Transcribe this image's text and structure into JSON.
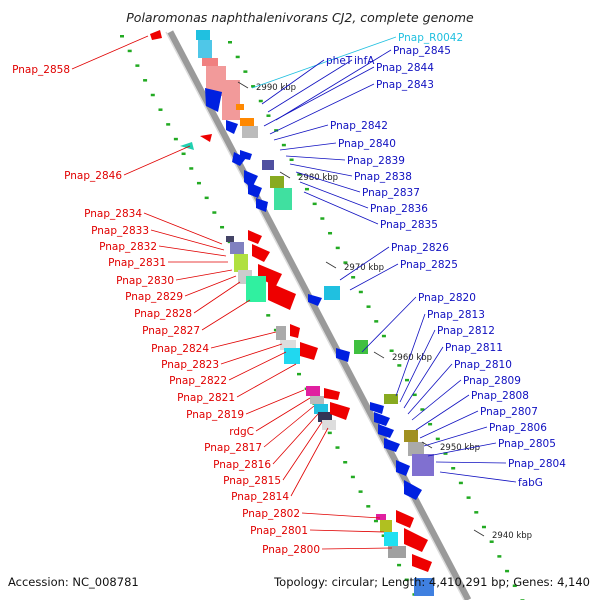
{
  "title": "Polaromonas naphthalenivorans CJ2, complete genome",
  "footer": {
    "accession": "Accession: NC_008781",
    "summary": "Topology: circular; Length: 4,410,291 bp; Genes: 4,140"
  },
  "scale_marks": [
    "2990 kbp",
    "2980 kbp",
    "2970 kbp",
    "2960 kbp",
    "2950 kbp",
    "2940 kbp"
  ],
  "labels_left": [
    "Pnap_2858",
    "Pnap_2846",
    "Pnap_2834",
    "Pnap_2833",
    "Pnap_2832",
    "Pnap_2831",
    "Pnap_2830",
    "Pnap_2829",
    "Pnap_2828",
    "Pnap_2827",
    "Pnap_2824",
    "Pnap_2823",
    "Pnap_2822",
    "Pnap_2821",
    "Pnap_2819",
    "rdgC",
    "Pnap_2817",
    "Pnap_2816",
    "Pnap_2815",
    "Pnap_2814",
    "Pnap_2802",
    "Pnap_2801",
    "Pnap_2800"
  ],
  "labels_right": [
    "Pnap_R0042",
    "pheT",
    "ihfA",
    "Pnap_2845",
    "Pnap_2844",
    "Pnap_2843",
    "Pnap_2842",
    "Pnap_2840",
    "Pnap_2839",
    "Pnap_2838",
    "Pnap_2837",
    "Pnap_2836",
    "Pnap_2835",
    "Pnap_2826",
    "Pnap_2825",
    "Pnap_2820",
    "Pnap_2813",
    "Pnap_2812",
    "Pnap_2811",
    "Pnap_2810",
    "Pnap_2809",
    "Pnap_2808",
    "Pnap_2807",
    "Pnap_2806",
    "Pnap_2805",
    "Pnap_2804",
    "fabG"
  ],
  "colors": {
    "forward": "#ff0000",
    "reverse": "#0000ee",
    "rna": "#20c0e0",
    "backbone": "#888888"
  }
}
